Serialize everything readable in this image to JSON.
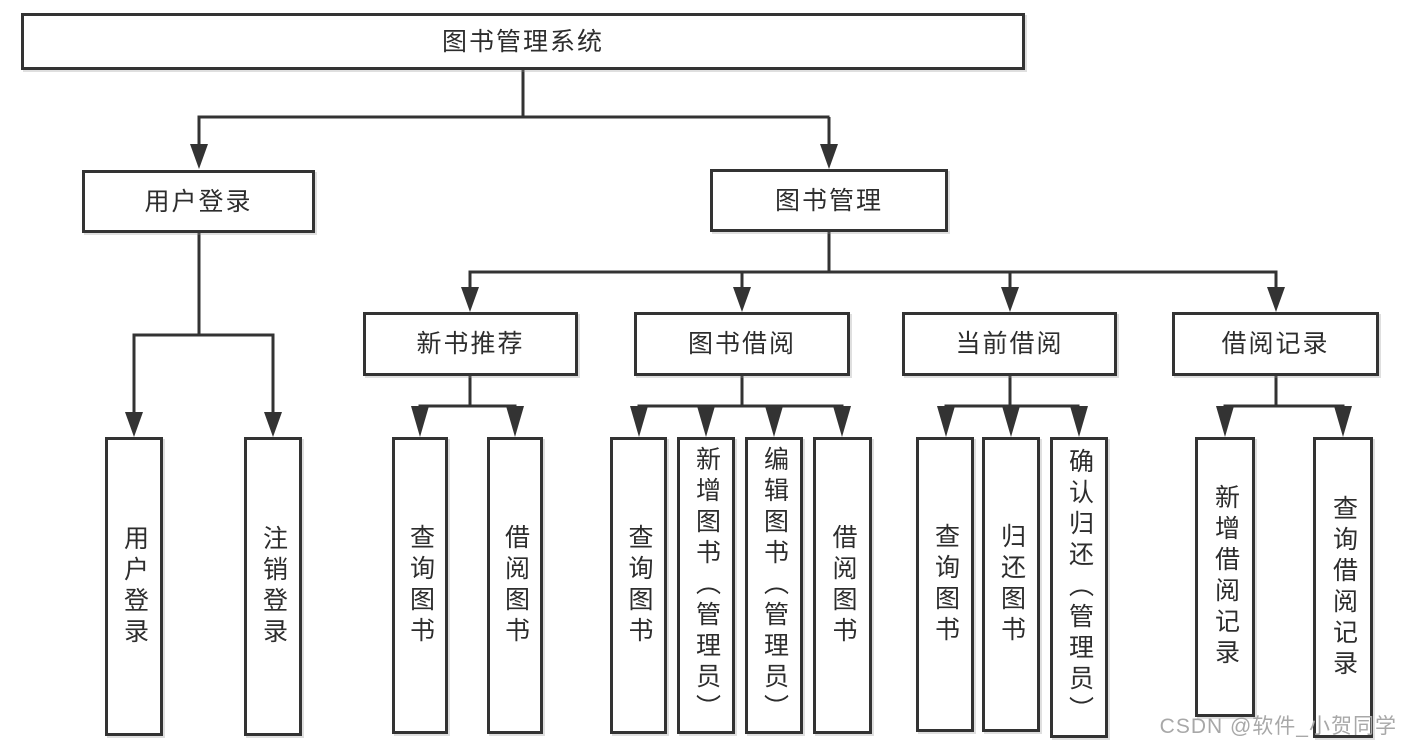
{
  "diagram": {
    "type": "hierarchy-diagram",
    "watermark": "CSDN @软件_小贺同学",
    "colors": {
      "background": "#ffffff",
      "box_border": "#333333",
      "connector_line": "#333333",
      "text": "#2d2d2d",
      "watermark_text": "#a8a8a8"
    },
    "tree": {
      "label": "图书管理系统",
      "children": [
        {
          "label": "用户登录",
          "children": [
            {
              "label": "用户登录"
            },
            {
              "label": "注销登录"
            }
          ]
        },
        {
          "label": "图书管理",
          "children": [
            {
              "label": "新书推荐",
              "children": [
                {
                  "label": "查询图书"
                },
                {
                  "label": "借阅图书"
                }
              ]
            },
            {
              "label": "图书借阅",
              "children": [
                {
                  "label": "查询图书"
                },
                {
                  "label": "新增图书（管理员）"
                },
                {
                  "label": "编辑图书（管理员）"
                },
                {
                  "label": "借阅图书"
                }
              ]
            },
            {
              "label": "当前借阅",
              "children": [
                {
                  "label": "查询图书"
                },
                {
                  "label": "归还图书"
                },
                {
                  "label": "确认归还（管理员）"
                }
              ]
            },
            {
              "label": "借阅记录",
              "children": [
                {
                  "label": "新增借阅记录"
                },
                {
                  "label": "查询借阅记录"
                }
              ]
            }
          ]
        }
      ]
    }
  }
}
